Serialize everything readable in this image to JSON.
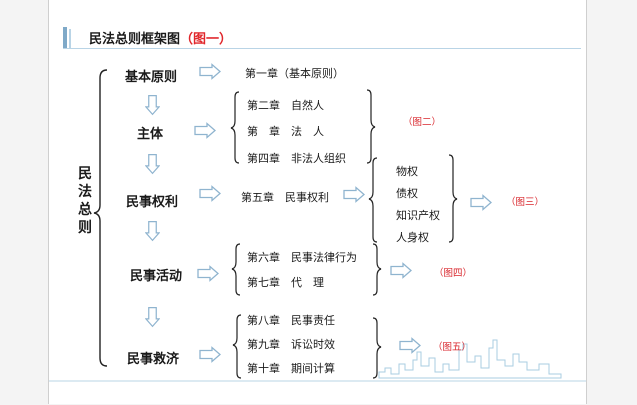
{
  "title": {
    "text": "民法总则框架图",
    "highlight": "（图一）"
  },
  "root_label": "民法总则",
  "categories": [
    {
      "label": "基本原则"
    },
    {
      "label": "主体"
    },
    {
      "label": "民事权利"
    },
    {
      "label": "民事活动"
    },
    {
      "label": "民事救济"
    }
  ],
  "chapters": {
    "ch1": "第一章（基本原则）",
    "ch2": "第二章　自然人",
    "ch3": "第　章　法　人",
    "ch4": "第四章　非法人组织",
    "ch5": "第五章　民事权利",
    "ch6": "第六章　民事法律行为",
    "ch7": "第七章　代　理",
    "ch8": "第八章　民事责任",
    "ch9": "第九章　诉讼时效",
    "ch10": "第十章　期间计算"
  },
  "rights": [
    "物权",
    "债权",
    "知识产权",
    "人身权"
  ],
  "figure_refs": {
    "fig2": "（图二）",
    "fig3": "（图三）",
    "fig4": "（图四）",
    "fig5": "（图五）"
  },
  "colors": {
    "accent_red": "#d9262c",
    "arrow_stroke": "#8fb4cf",
    "arrow_fill": "#ffffff",
    "title_rule": "#b9d4e6",
    "skyline": "#a9cde2"
  },
  "icons": {
    "right_arrow": "hollow-right-arrow-icon",
    "down_arrow": "hollow-down-arrow-icon"
  }
}
